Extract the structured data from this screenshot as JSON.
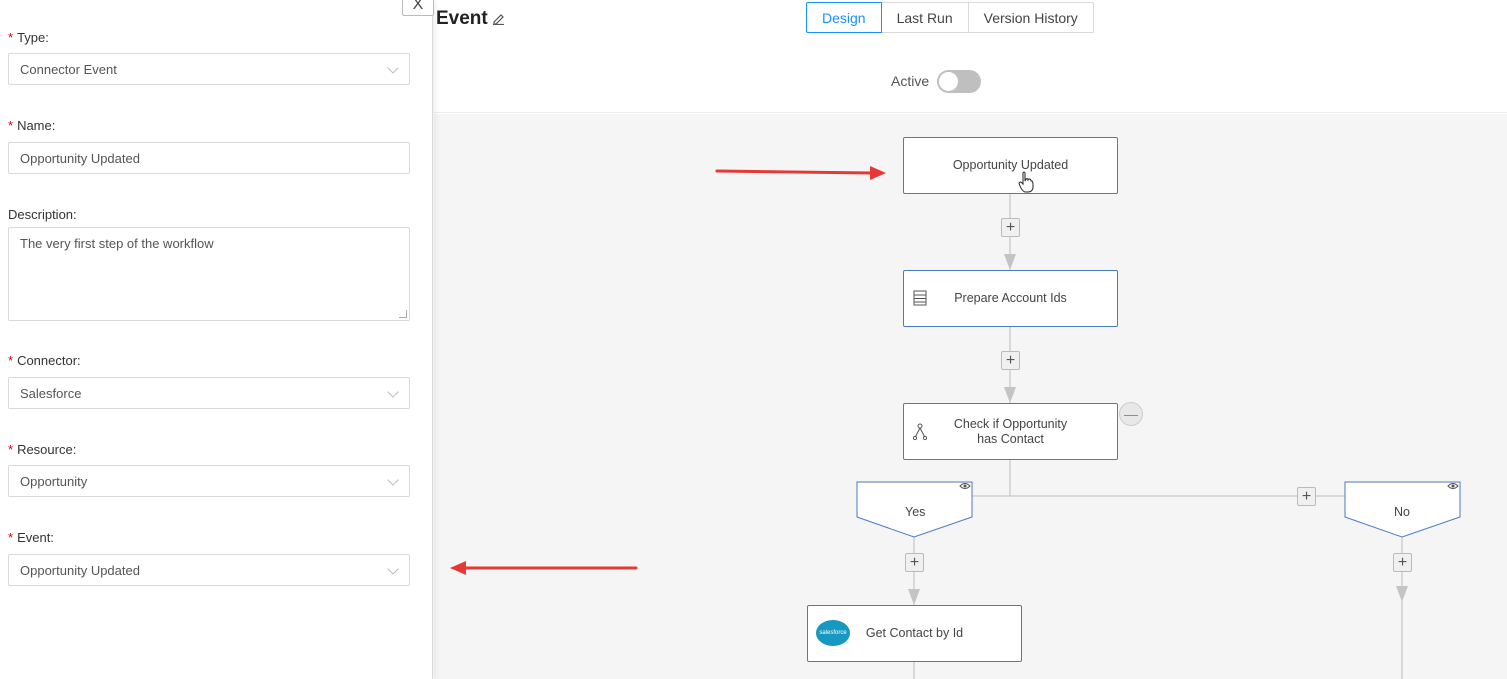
{
  "panel": {
    "close_label": "X",
    "fields": {
      "type": {
        "label": "Type:",
        "value": "Connector Event"
      },
      "name": {
        "label": "Name:",
        "value": "Opportunity Updated"
      },
      "description": {
        "label": "Description:",
        "value": "The very first step of the workflow"
      },
      "connector": {
        "label": "Connector:",
        "value": "Salesforce"
      },
      "resource": {
        "label": "Resource:",
        "value": "Opportunity"
      },
      "event": {
        "label": "Event:",
        "value": "Opportunity Updated"
      }
    },
    "required_mark": "*"
  },
  "header": {
    "title": "Event",
    "tabs": [
      "Design",
      "Last Run",
      "Version History"
    ],
    "active_tab": "Design",
    "active_label": "Active",
    "active_on": false
  },
  "canvas": {
    "nodes": {
      "trigger": "Opportunity Updated",
      "prepare": "Prepare Account Ids",
      "check": "Check if Opportunity has Contact",
      "get_contact": "Get Contact by Id"
    },
    "branches": {
      "yes": "Yes",
      "no": "No"
    },
    "salesforce_logo_text": "salesforce"
  },
  "colors": {
    "accent": "#1890ff",
    "node_border": "#4a7ac6",
    "arrow": "#e53935",
    "required": "#d0021b"
  },
  "icons": [
    "close-icon",
    "chevron-down-icon",
    "pencil-icon",
    "list-icon",
    "branch-icon",
    "eye-icon",
    "salesforce-icon",
    "plus-icon",
    "minus-icon",
    "hand-cursor-icon"
  ]
}
